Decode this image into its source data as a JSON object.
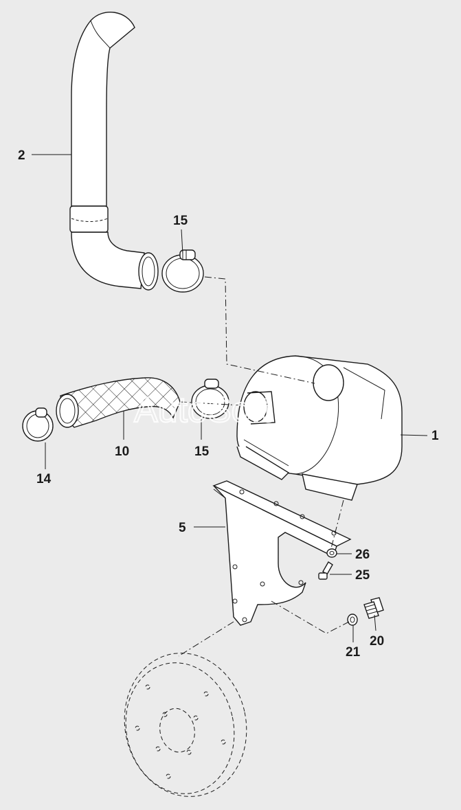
{
  "watermark": "AutoSoft",
  "callouts": {
    "hose_upper": "2",
    "clamp_upper": "15",
    "clamp_lower": "15",
    "air_filter": "1",
    "hose_lower": "10",
    "clamp_left": "14",
    "bracket": "5",
    "nut_26": "26",
    "bolt_25": "25",
    "bolt_20": "20",
    "washer_21": "21"
  },
  "colors": {
    "background": "#ebebeb",
    "line": "#1a1a1a",
    "part_fill": "#ffffff"
  }
}
